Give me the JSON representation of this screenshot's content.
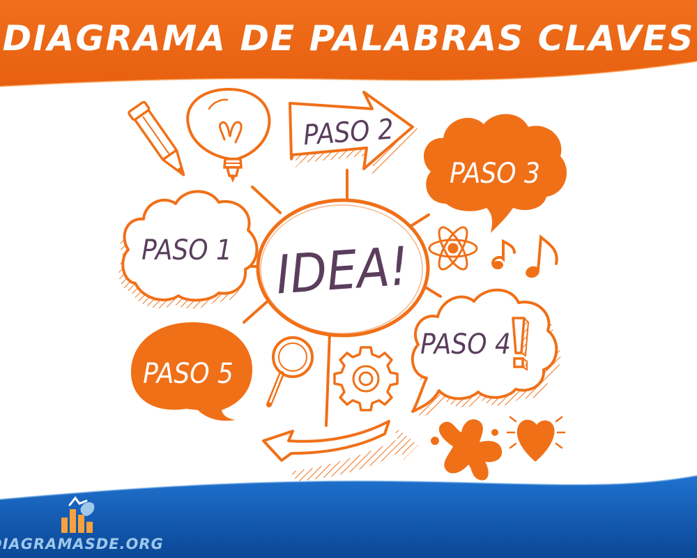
{
  "header": {
    "title": "DIAGRAMA DE PALABRAS CLAVES"
  },
  "diagram": {
    "center": "IDEA!",
    "steps": {
      "paso1": "PASO 1",
      "paso2": "PASO 2",
      "paso3": "PASO 3",
      "paso4": "PASO 4",
      "paso5": "PASO 5"
    }
  },
  "footer": {
    "site": "DIAGRAMASDE.ORG"
  },
  "colors": {
    "orange": "#f07018",
    "orange_light": "#f7a23e",
    "blue": "#1a63c0",
    "blue_dark": "#0e4d9e",
    "text_purple": "#5a3e5c"
  }
}
